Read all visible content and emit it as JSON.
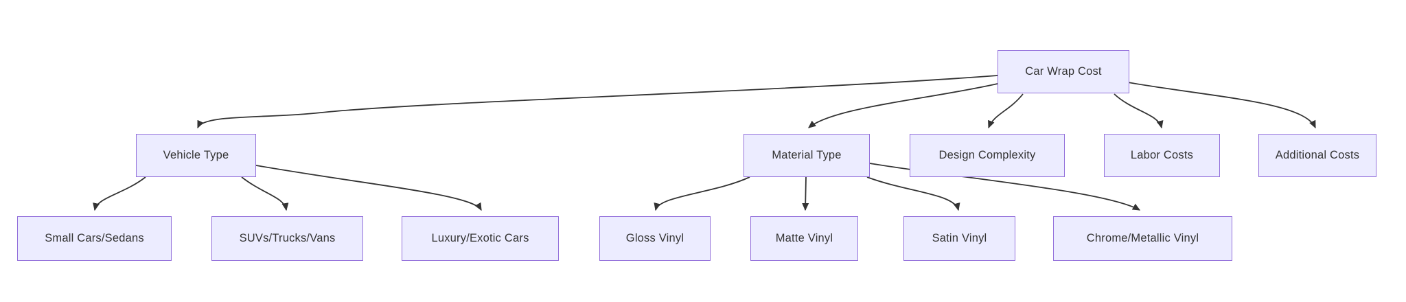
{
  "diagram": {
    "type": "flowchart",
    "direction": "top-down",
    "nodes": {
      "car_wrap_cost": "Car Wrap Cost",
      "vehicle_type": "Vehicle Type",
      "material_type": "Material Type",
      "design_complexity": "Design Complexity",
      "labor_costs": "Labor Costs",
      "additional_costs": "Additional Costs",
      "small_cars_sedans": "Small Cars/Sedans",
      "suvs_trucks_vans": "SUVs/Trucks/Vans",
      "luxury_exotic_cars": "Luxury/Exotic Cars",
      "gloss_vinyl": "Gloss Vinyl",
      "matte_vinyl": "Matte Vinyl",
      "satin_vinyl": "Satin Vinyl",
      "chrome_metallic_vinyl": "Chrome/Metallic Vinyl"
    },
    "edges": [
      [
        "car_wrap_cost",
        "vehicle_type"
      ],
      [
        "car_wrap_cost",
        "material_type"
      ],
      [
        "car_wrap_cost",
        "design_complexity"
      ],
      [
        "car_wrap_cost",
        "labor_costs"
      ],
      [
        "car_wrap_cost",
        "additional_costs"
      ],
      [
        "vehicle_type",
        "small_cars_sedans"
      ],
      [
        "vehicle_type",
        "suvs_trucks_vans"
      ],
      [
        "vehicle_type",
        "luxury_exotic_cars"
      ],
      [
        "material_type",
        "gloss_vinyl"
      ],
      [
        "material_type",
        "matte_vinyl"
      ],
      [
        "material_type",
        "satin_vinyl"
      ],
      [
        "material_type",
        "chrome_metallic_vinyl"
      ]
    ],
    "colors": {
      "node_fill": "#ECECFF",
      "node_border": "#9370DB",
      "node_text": "#333333",
      "edge_stroke": "#333333",
      "background": "#ffffff"
    }
  }
}
